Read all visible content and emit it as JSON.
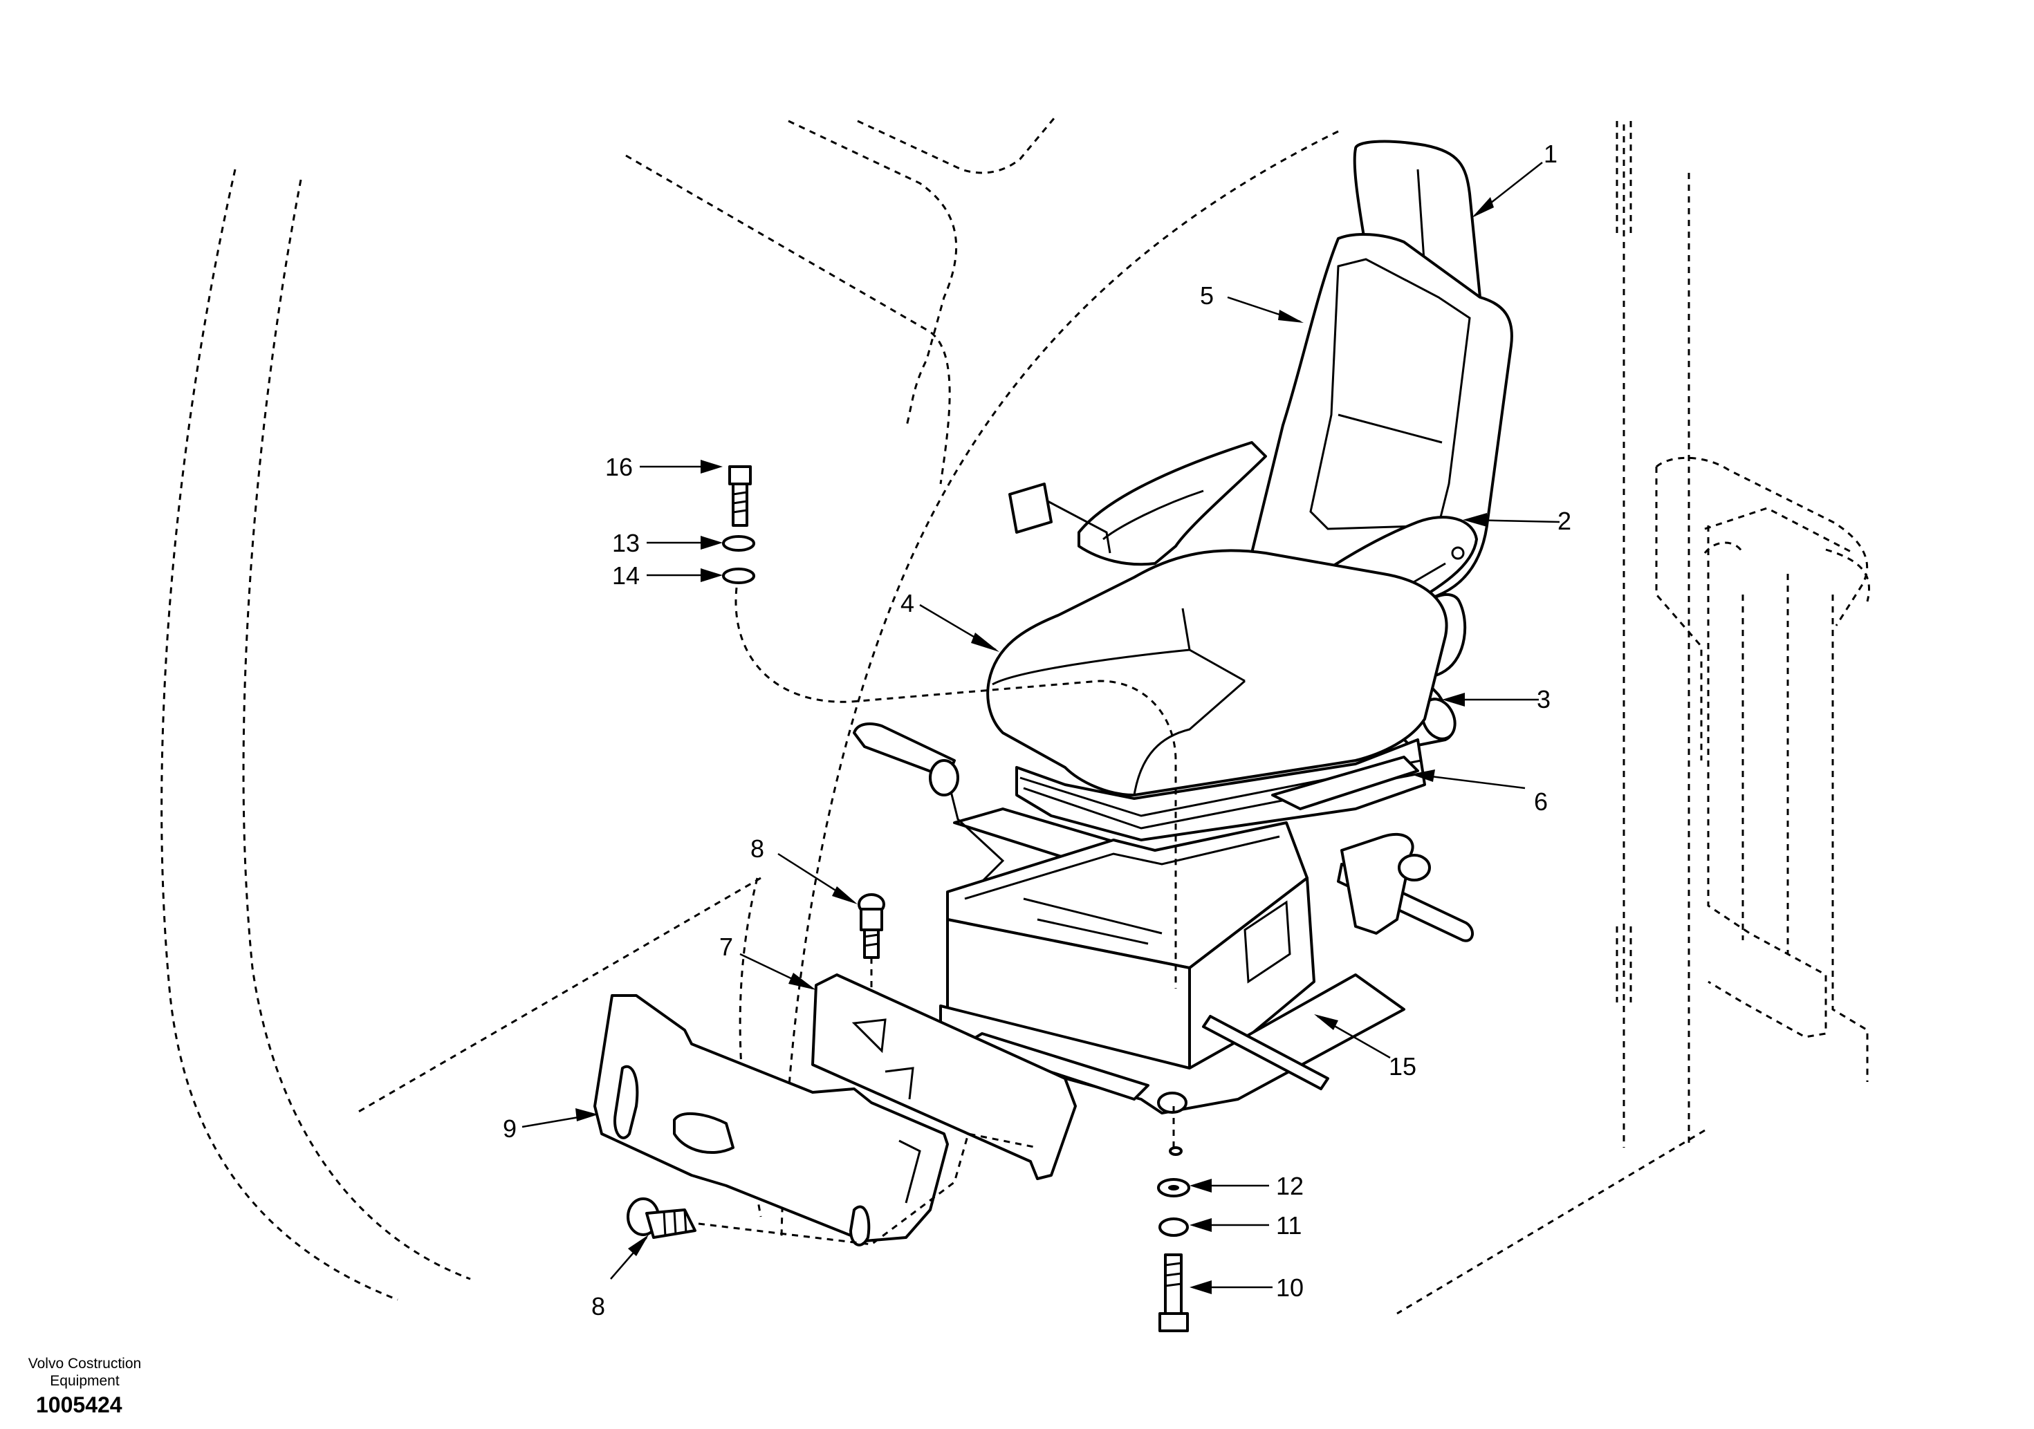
{
  "diagram": {
    "callouts": [
      {
        "id": "c1",
        "label": "1"
      },
      {
        "id": "c2",
        "label": "2"
      },
      {
        "id": "c3",
        "label": "3"
      },
      {
        "id": "c4",
        "label": "4"
      },
      {
        "id": "c5",
        "label": "5"
      },
      {
        "id": "c6",
        "label": "6"
      },
      {
        "id": "c7",
        "label": "7"
      },
      {
        "id": "c8a",
        "label": "8"
      },
      {
        "id": "c8b",
        "label": "8"
      },
      {
        "id": "c9",
        "label": "9"
      },
      {
        "id": "c10",
        "label": "10"
      },
      {
        "id": "c11",
        "label": "11"
      },
      {
        "id": "c12",
        "label": "12"
      },
      {
        "id": "c13",
        "label": "13"
      },
      {
        "id": "c14",
        "label": "14"
      },
      {
        "id": "c15",
        "label": "15"
      },
      {
        "id": "c16",
        "label": "16"
      }
    ]
  },
  "footer": {
    "company_line1": "Volvo Costruction",
    "company_line2": "Equipment",
    "document_number": "1005424"
  }
}
